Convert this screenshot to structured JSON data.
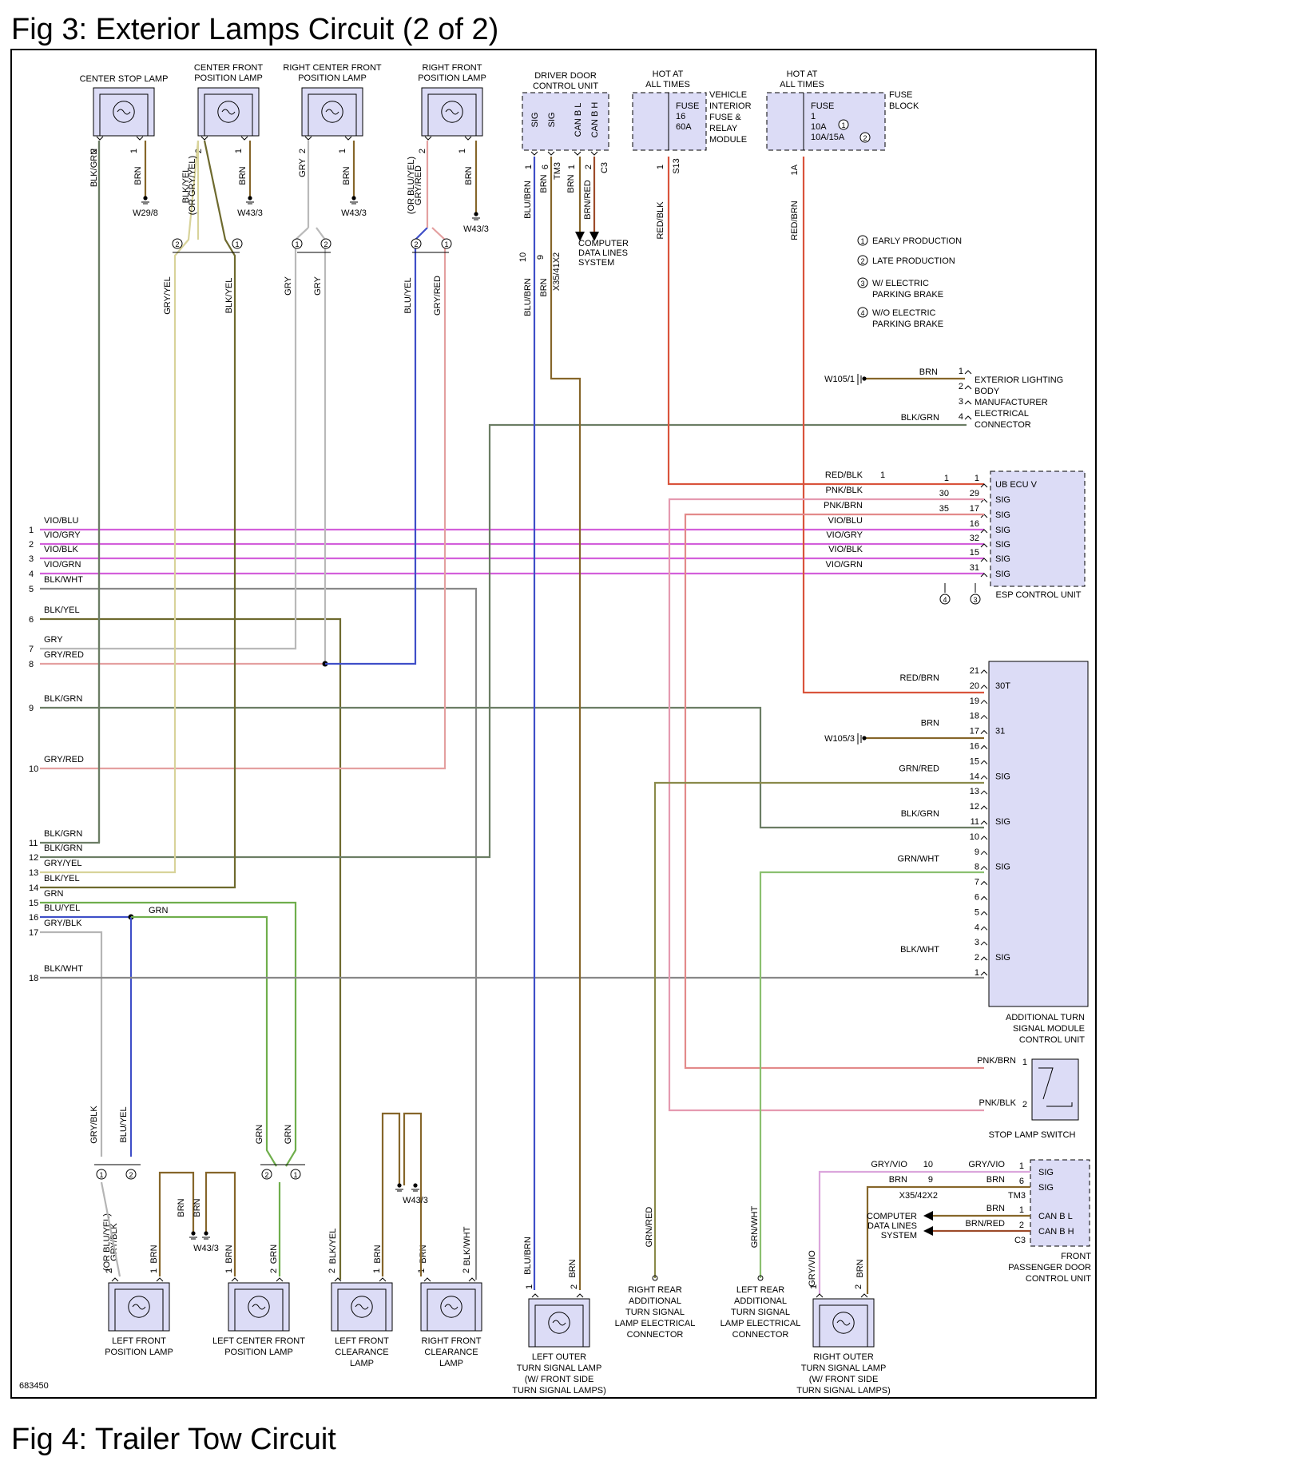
{
  "fig3_title": "Fig 3: Exterior Lamps Circuit (2 of 2)",
  "fig4_title": "Fig 4: Trailer Tow Circuit",
  "diagram_id": "683450",
  "colors": {
    "BLK/GRN": "#6b7d64",
    "BRN": "#86662a",
    "BLK/YEL": "#6e6a2e",
    "GRY": "#b9b9b9",
    "GRY/YEL": "#d8d39a",
    "GRY/RED": "#e4a0a0",
    "BLU/YEL": "#3f4fc8",
    "BLU/BRN": "#3f4fc8",
    "RED/BLK": "#d9543c",
    "RED/BRN": "#d9543c",
    "VIO": "#d35fdb",
    "BLK/WHT": "#888888",
    "PNK": "#e38a8a",
    "GRN": "#6fae4c",
    "GRN/RED": "#8a8a4a",
    "GRN/WHT": "#8bc070",
    "GRY/VIO": "#dba6dc",
    "GRY/BLK": "#b5b5b5",
    "BRN/RED": "#9c4b2a"
  },
  "legend": [
    {
      "num": "1",
      "text": "EARLY PRODUCTION"
    },
    {
      "num": "2",
      "text": "LATE PRODUCTION"
    },
    {
      "num": "3",
      "text": "W/ ELECTRIC PARKING BRAKE"
    },
    {
      "num": "4",
      "text": "W/O ELECTRIC PARKING BRAKE"
    }
  ],
  "top_lamps": [
    {
      "name": "CENTER STOP LAMP",
      "pins": [
        "2",
        "1"
      ],
      "wires": [
        "BLK/GRN",
        "BRN"
      ],
      "ground": "W29/8"
    },
    {
      "name": "CENTER FRONT POSITION LAMP",
      "pins": [
        "2",
        "1"
      ],
      "wires": [
        "(OR GRY/YEL) BLK/YEL",
        "BRN"
      ],
      "ground": "W43/3"
    },
    {
      "name": "RIGHT CENTER FRONT POSITION LAMP",
      "pins": [
        "2",
        "1"
      ],
      "wires": [
        "GRY",
        "BRN"
      ],
      "ground": "W43/3"
    },
    {
      "name": "RIGHT FRONT POSITION LAMP",
      "pins": [
        "2",
        "1"
      ],
      "wires": [
        "(OR BLU/YEL) GRY/RED",
        "BRN"
      ],
      "ground": "W43/3"
    }
  ],
  "driver_door": {
    "name": "DRIVER DOOR CONTROL UNIT",
    "pins": [
      "SIG",
      "SIG",
      "CAN B L",
      "CAN B H"
    ],
    "pin_nums": [
      "1",
      "6",
      "1",
      "2"
    ],
    "wires_top": [
      "BLU/BRN",
      "BRN",
      "BRN",
      "BRN/RED"
    ],
    "connectors": [
      "TM3",
      "C3"
    ],
    "inline": {
      "pins": [
        "10",
        "9"
      ],
      "name": "X35/41X2",
      "wires": [
        "BLU/BRN",
        "BRN"
      ]
    },
    "computer": "COMPUTER DATA LINES SYSTEM"
  },
  "vehicle_module": {
    "hot": "HOT AT ALL TIMES",
    "fuse": "FUSE",
    "fuse_num": "16",
    "rating": "60A",
    "name": "VEHICLE INTERIOR FUSE & RELAY MODULE",
    "pin": "1",
    "conn": "S13",
    "wire": "RED/BLK"
  },
  "fuse_block": {
    "hot": "HOT AT ALL TIMES",
    "fuse": "FUSE",
    "fuse_num": "1",
    "rating1": "10A",
    "rating2": "10A/15A",
    "name": "FUSE BLOCK",
    "pin": "1A",
    "wire": "RED/BRN",
    "note1": "1",
    "note2": "2"
  },
  "ext_connector": {
    "name": "EXTERIOR LIGHTING BODY MANUFACTURER ELECTRICAL CONNECTOR",
    "pins": [
      "1",
      "2",
      "3",
      "4"
    ],
    "ground": "W105/1",
    "wire1": "BRN",
    "wire4": "BLK/GRN"
  },
  "esp": {
    "name": "ESP CONTROL UNIT",
    "rows": [
      {
        "wire": "RED/BLK",
        "a": "1",
        "b": "1",
        "label": "UB ECU V"
      },
      {
        "wire": "PNK/BLK",
        "a": "30",
        "b": "29",
        "label": "SIG"
      },
      {
        "wire": "PNK/BRN",
        "a": "35",
        "b": "17",
        "label": "SIG"
      },
      {
        "wire": "VIO/BLU",
        "a": "",
        "b": "16",
        "label": "SIG"
      },
      {
        "wire": "VIO/GRY",
        "a": "",
        "b": "32",
        "label": "SIG"
      },
      {
        "wire": "VIO/BLK",
        "a": "",
        "b": "15",
        "label": "SIG"
      },
      {
        "wire": "VIO/GRN",
        "a": "",
        "b": "31",
        "label": "SIG"
      }
    ],
    "notes": [
      "4",
      "3"
    ]
  },
  "left_pins": [
    {
      "n": "1",
      "w": "VIO/BLU"
    },
    {
      "n": "2",
      "w": "VIO/GRY"
    },
    {
      "n": "3",
      "w": "VIO/BLK"
    },
    {
      "n": "4",
      "w": "VIO/GRN"
    },
    {
      "n": "5",
      "w": "BLK/WHT"
    },
    {
      "n": "6",
      "w": "BLK/YEL"
    },
    {
      "n": "7",
      "w": "GRY"
    },
    {
      "n": "8",
      "w": "GRY/RED"
    },
    {
      "n": "9",
      "w": "BLK/GRN"
    },
    {
      "n": "10",
      "w": "GRY/RED"
    },
    {
      "n": "11",
      "w": "BLK/GRN"
    },
    {
      "n": "12",
      "w": "BLK/GRN"
    },
    {
      "n": "13",
      "w": "GRY/YEL"
    },
    {
      "n": "14",
      "w": "BLK/YEL"
    },
    {
      "n": "15",
      "w": "GRN"
    },
    {
      "n": "16",
      "w": "BLU/YEL"
    },
    {
      "n": "17",
      "w": "GRY/BLK"
    },
    {
      "n": "18",
      "w": "BLK/WHT"
    }
  ],
  "drop_labels": {
    "gry_yel": "GRY/YEL",
    "blk_yel": "BLK/YEL",
    "gry1": "GRY",
    "gry2": "GRY",
    "blu_yel": "BLU/YEL",
    "gry_red": "GRY/RED",
    "blu_brn": "BLU/BRN",
    "brn": "BRN",
    "conn": "X35/41X2",
    "red_blk": "RED/BLK",
    "red_brn": "RED/BRN",
    "grn": "GRN"
  },
  "turn_module": {
    "name": "ADDITIONAL TURN SIGNAL MODULE CONTROL UNIT",
    "pins": [
      "21",
      "20",
      "19",
      "18",
      "17",
      "16",
      "15",
      "14",
      "13",
      "12",
      "11",
      "10",
      "9",
      "8",
      "7",
      "6",
      "5",
      "4",
      "3",
      "2",
      "1"
    ],
    "labels": {
      "20": "30T",
      "17": "31",
      "14": "SIG",
      "11": "SIG",
      "8": "SIG",
      "2": "SIG"
    },
    "wires": {
      "20": "RED/BRN",
      "17": "BRN",
      "14": "GRN/RED",
      "11": "BLK/GRN",
      "8": "GRN/WHT",
      "2": "BLK/WHT"
    },
    "ground": "W105/3"
  },
  "stop_switch": {
    "name": "STOP LAMP SWITCH",
    "pins": [
      "1",
      "2"
    ],
    "wires": [
      "PNK/BRN",
      "PNK/BLK"
    ]
  },
  "front_pass": {
    "name": "FRONT PASSENGER DOOR CONTROL UNIT",
    "rows": [
      {
        "lw": "GRY/VIO",
        "ln": "10",
        "rw": "GRY/VIO",
        "rn": "1",
        "label": "SIG"
      },
      {
        "lw": "BRN",
        "ln": "9",
        "rw": "BRN",
        "rn": "6",
        "label": "SIG"
      },
      {
        "lw": "",
        "ln": "",
        "rw": "BRN",
        "rn": "1",
        "label": "CAN B L"
      },
      {
        "lw": "",
        "ln": "",
        "rw": "BRN/RED",
        "rn": "2",
        "label": "CAN B H"
      }
    ],
    "inline_name": "X35/42X2",
    "conn1": "TM3",
    "conn2": "C3",
    "computer": "COMPUTER DATA LINES SYSTEM"
  },
  "bottom_lamps": [
    {
      "name": "LEFT FRONT POSITION LAMP",
      "pins": [
        "2",
        "1"
      ],
      "wires": [
        "(OR BLU/YEL) GRY/BLK",
        "BRN"
      ]
    },
    {
      "name": "LEFT CENTER FRONT POSITION LAMP",
      "pins": [
        "1",
        "2"
      ],
      "wires": [
        "BRN",
        "GRN"
      ]
    },
    {
      "name": "LEFT FRONT CLEARANCE LAMP",
      "pins": [
        "2",
        "1"
      ],
      "wires": [
        "BLK/YEL",
        "BRN"
      ]
    },
    {
      "name": "RIGHT FRONT CLEARANCE LAMP",
      "pins": [
        "1",
        "2"
      ],
      "wires": [
        "BRN",
        "BLK/WHT"
      ]
    },
    {
      "name": "LEFT OUTER TURN SIGNAL LAMP (W/ FRONT SIDE TURN SIGNAL LAMPS)",
      "pins": [
        "1",
        "2"
      ],
      "wires": [
        "BLU/BRN",
        "BRN"
      ]
    },
    {
      "name": "RIGHT OUTER TURN SIGNAL LAMP (W/ FRONT SIDE TURN SIGNAL LAMPS)",
      "pins": [
        "1",
        "2"
      ],
      "wires": [
        "GRY/VIO",
        "BRN"
      ]
    }
  ],
  "rear_connectors": [
    {
      "name": "RIGHT REAR ADDITIONAL TURN SIGNAL LAMP ELECTRICAL CONNECTOR",
      "wire": "GRN/RED"
    },
    {
      "name": "LEFT REAR ADDITIONAL TURN SIGNAL LAMP ELECTRICAL CONNECTOR",
      "wire": "GRN/WHT"
    }
  ],
  "bottom_drops": {
    "gry_blk": "GRY/BLK",
    "blu_yel": "BLU/YEL",
    "grn1": "GRN",
    "grn2": "GRN",
    "brn1": "BRN",
    "brn2": "BRN",
    "ground1": "W43/3",
    "ground2": "W43/3"
  }
}
